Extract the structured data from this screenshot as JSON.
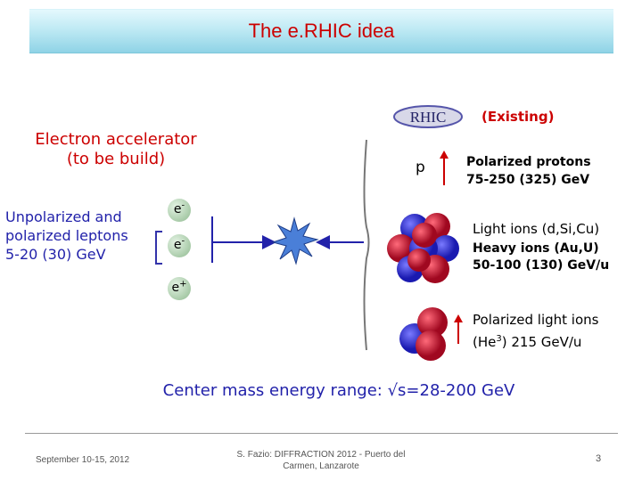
{
  "title": "The e.RHIC idea",
  "left": {
    "electron_accelerator": "Electron accelerator",
    "to_be_build": "(to be build)",
    "unpolarized_line1": "Unpolarized and",
    "unpolarized_line2": "polarized leptons",
    "unpolarized_line3": "5-20 (30) GeV",
    "e_label": "e",
    "minus": "-",
    "plus": "+"
  },
  "right": {
    "rhic_logo": "RHIC",
    "existing": "(Existing)",
    "p_label": "p",
    "polarized_protons": "Polarized protons",
    "proton_energy": "75-250 (325) GeV",
    "light_ions": "Light ions (d,Si,Cu)",
    "heavy_ions": "Heavy ions (Au,U)",
    "heavy_energy": "50-100 (130) GeV/u",
    "polarized_light_ions": "Polarized light ions",
    "he3_prefix": "(He",
    "he3_sup": "3",
    "he3_suffix": ")  215 GeV/u"
  },
  "center_mass": "Center mass energy range: √s=28-200 GeV",
  "footer": {
    "date": "September 10-15, 2012",
    "author_line1": "S. Fazio: DIFFRACTION 2012 - Puerto del",
    "author_line2": "Carmen, Lanzarote",
    "page": "3"
  },
  "colors": {
    "title_red": "#cc0000",
    "text_blue": "#2222aa",
    "nucleus_red": "#c0102a",
    "nucleus_blue": "#2a2ad0",
    "star_blue": "#4a7fd8"
  }
}
